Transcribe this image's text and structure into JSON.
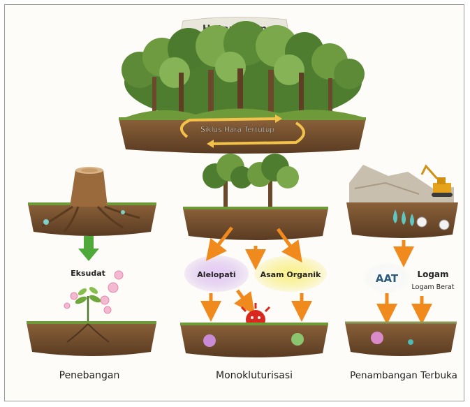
{
  "top": {
    "title": "Hutan Alam",
    "cycle_label": "Siklus Hara Tertutup"
  },
  "panels": [
    {
      "id": "penebangan",
      "caption": "Penebangan",
      "bubble_labels": [
        "Eksudat"
      ]
    },
    {
      "id": "monokulturisasi",
      "caption": "Monokluturisasi",
      "bubble_labels": [
        "Alelopati",
        "Asam Organik"
      ]
    },
    {
      "id": "penambangan",
      "caption": "Penambangan Terbuka",
      "bubble_labels": [
        "AAT",
        "Logam",
        "Logam Berat"
      ]
    }
  ],
  "colors": {
    "soil": "#7a5232",
    "soil_dark": "#4e3320",
    "grass": "#6f9a3a",
    "tree_dark": "#3f6e2a",
    "tree_light": "#7fae4c",
    "arrow_orange": "#f08a1c",
    "arrow_green": "#4fa83a",
    "cycle_gold": "#f2c24a",
    "alelopati_purple": "#d9b8ef",
    "asam_yellow": "#f7ef6a",
    "microbe_red": "#d8281f"
  }
}
